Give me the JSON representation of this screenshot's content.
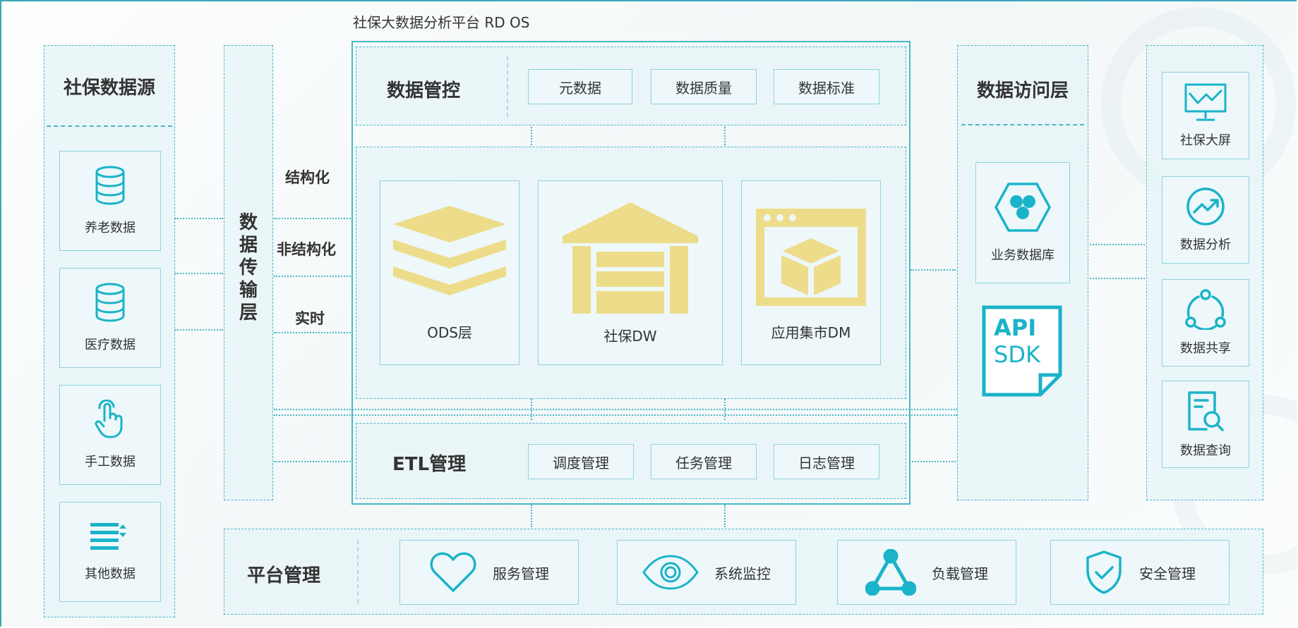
{
  "platform_title": "社保大数据分析平台 RD OS",
  "sources": {
    "title": "社保数据源",
    "items": [
      {
        "label": "养老数据",
        "icon": "database-icon"
      },
      {
        "label": "医疗数据",
        "icon": "database-icon"
      },
      {
        "label": "手工数据",
        "icon": "hand-pointer-icon"
      },
      {
        "label": "其他数据",
        "icon": "list-icon"
      }
    ]
  },
  "transport": {
    "title_lines": [
      "数",
      "据",
      "传",
      "输",
      "层"
    ],
    "flows": [
      "结构化",
      "非结构化",
      "实时"
    ]
  },
  "governance": {
    "title": "数据管控",
    "items": [
      "元数据",
      "数据质量",
      "数据标准"
    ]
  },
  "warehouse": {
    "items": [
      {
        "label": "ODS层",
        "icon": "layers-icon"
      },
      {
        "label": "社保DW",
        "icon": "warehouse-icon"
      },
      {
        "label": "应用集市DM",
        "icon": "app-box-icon"
      }
    ]
  },
  "etl": {
    "title": "ETL管理",
    "items": [
      "调度管理",
      "任务管理",
      "日志管理"
    ]
  },
  "access": {
    "title": "数据访问层",
    "business_db": "业务数据库",
    "api_line1": "API",
    "api_line2": "SDK"
  },
  "apps": {
    "items": [
      {
        "label": "社保大屏",
        "icon": "monitor-chart-icon"
      },
      {
        "label": "数据分析",
        "icon": "trend-icon"
      },
      {
        "label": "数据共享",
        "icon": "share-icon"
      },
      {
        "label": "数据查询",
        "icon": "doc-search-icon"
      }
    ]
  },
  "platform_mgmt": {
    "title": "平台管理",
    "items": [
      {
        "label": "服务管理",
        "icon": "heart-icon"
      },
      {
        "label": "系统监控",
        "icon": "eye-icon"
      },
      {
        "label": "负载管理",
        "icon": "network-icon"
      },
      {
        "label": "安全管理",
        "icon": "shield-check-icon"
      }
    ]
  },
  "colors": {
    "accent": "#4ab8c8",
    "icon_teal": "#1bb3c9",
    "icon_gold": "#eddc8a"
  }
}
